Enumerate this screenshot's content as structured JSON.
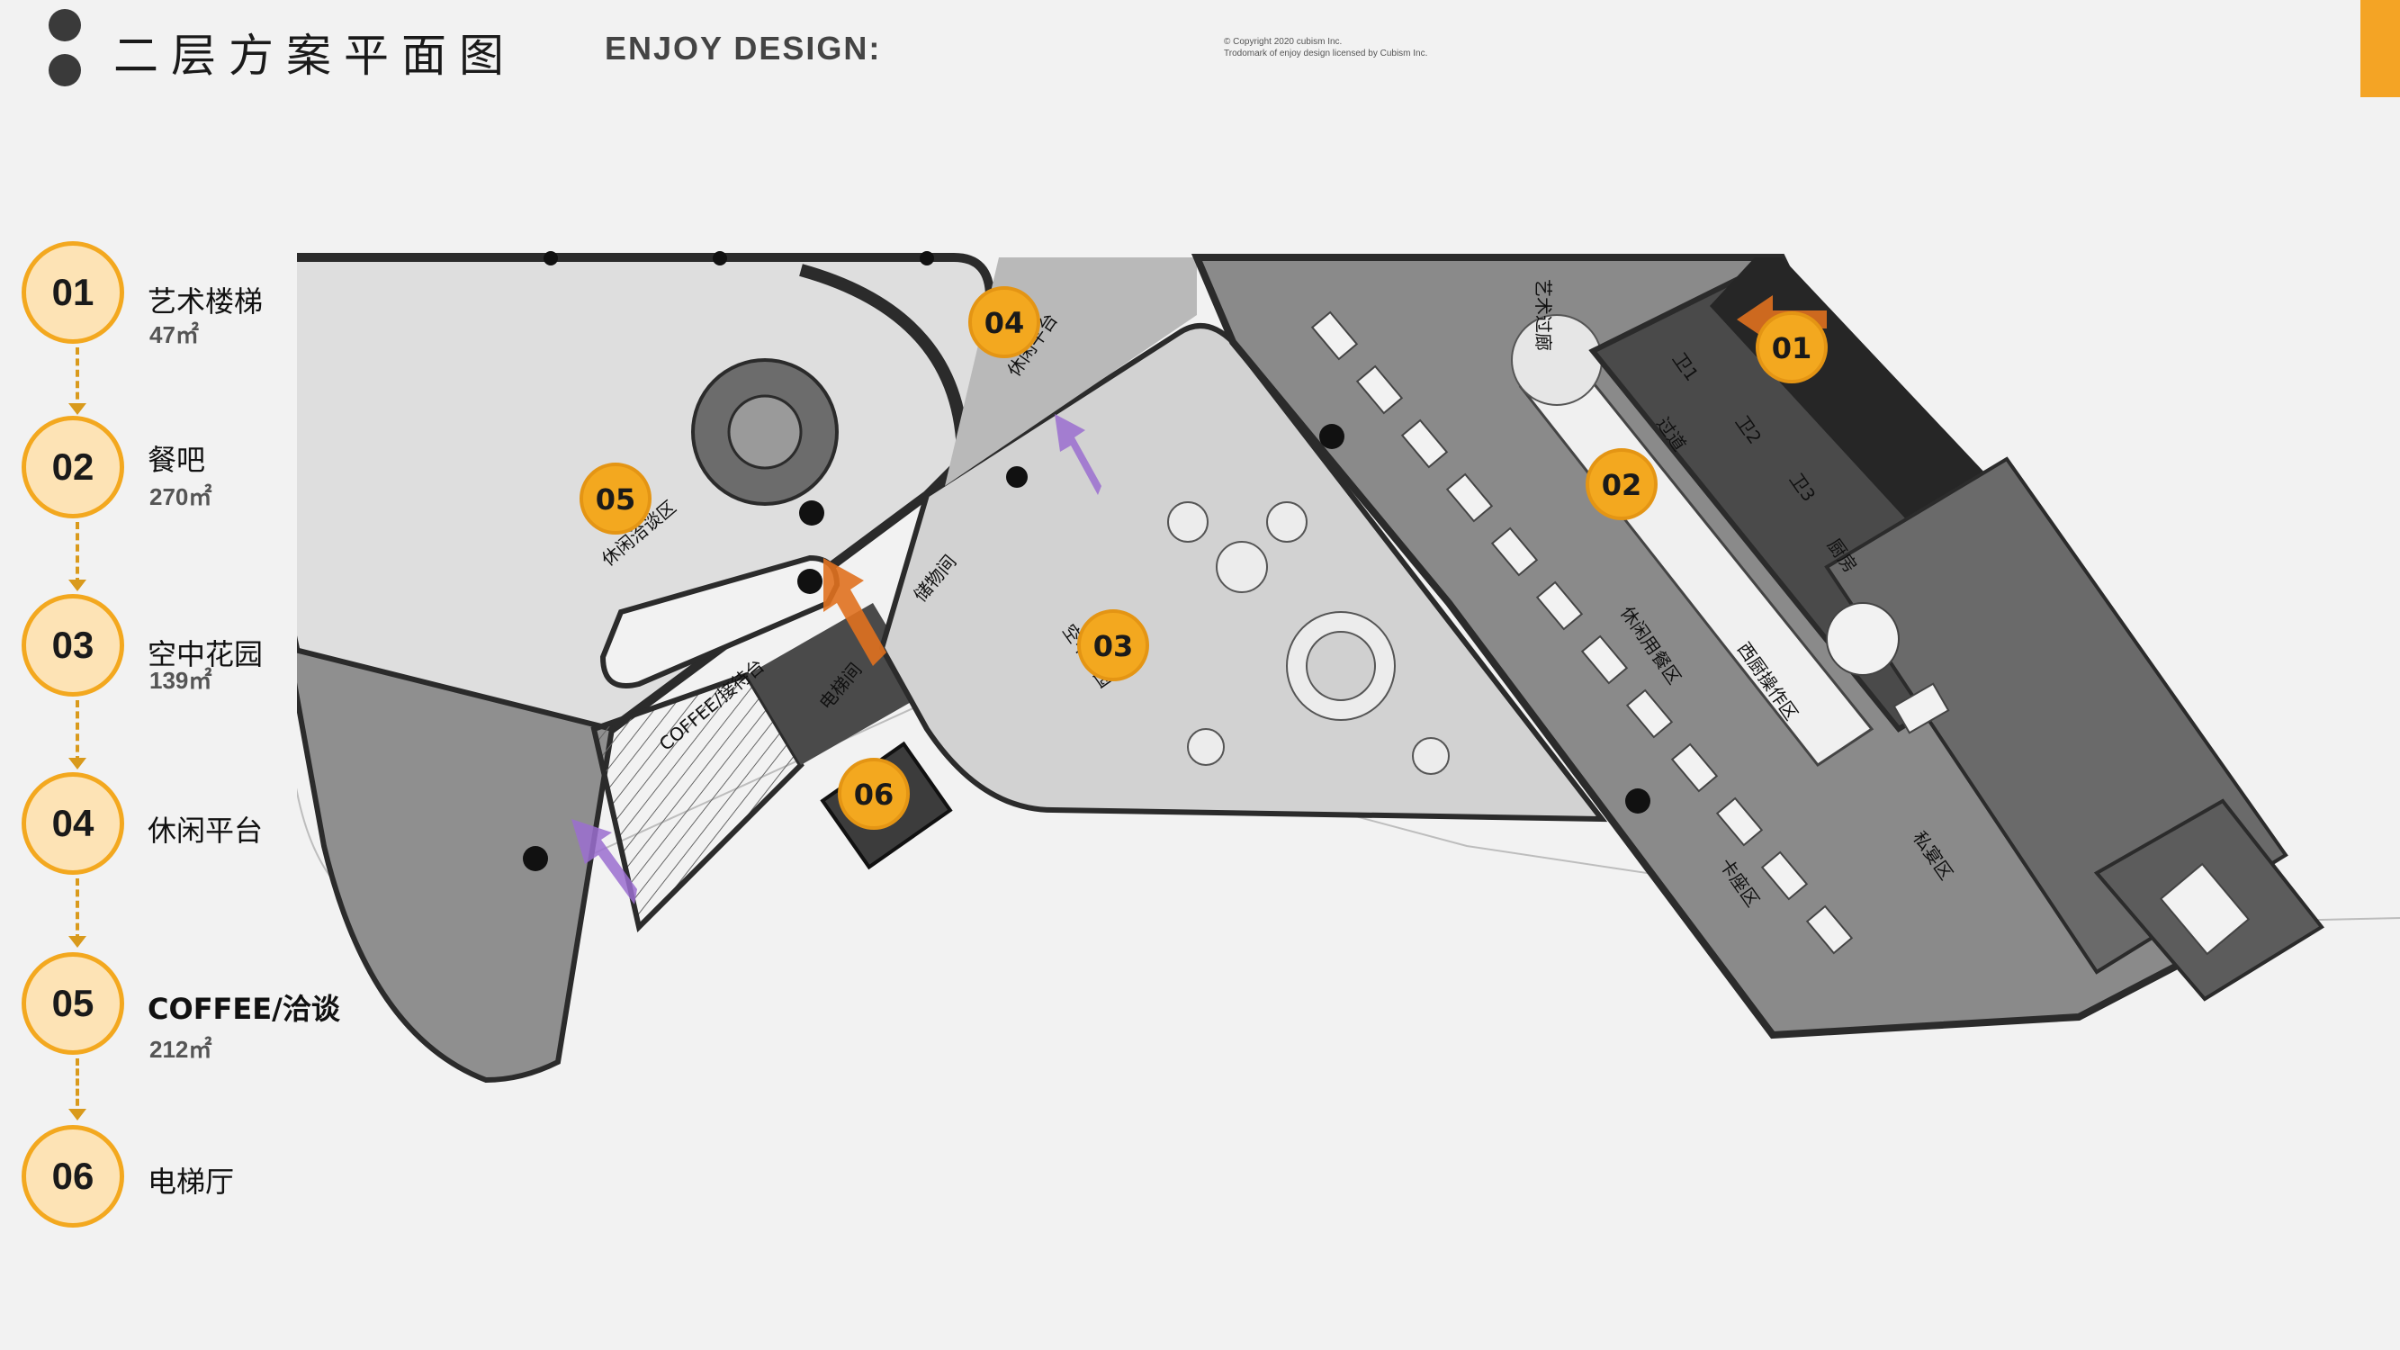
{
  "header": {
    "title": "二层方案平面图",
    "brand": "ENJOY DESIGN:",
    "copyright_line1": "©   Copyright 2020 cubism Inc.",
    "copyright_line2": "Trodomark of enjoy design licensed by Cubism Inc."
  },
  "legend": [
    {
      "num": "01",
      "name": "艺术楼梯",
      "area": "47㎡"
    },
    {
      "num": "02",
      "name": "餐吧",
      "area": "270㎡"
    },
    {
      "num": "03",
      "name": "空中花园",
      "area": "139㎡"
    },
    {
      "num": "04",
      "name": "休闲平台",
      "area": ""
    },
    {
      "num": "05",
      "name": "COFFEE/洽谈",
      "area": "212㎡"
    },
    {
      "num": "06",
      "name": "电梯厅",
      "area": ""
    }
  ],
  "plan": {
    "markers": [
      "01",
      "02",
      "03",
      "04",
      "05",
      "06"
    ],
    "room_labels": {
      "art_corridor": "艺术过廊",
      "leisure_platform": "休闲平台",
      "leisure_talk": "休闲洽谈区",
      "coffee_reception": "COFFEE/接待台",
      "storage": "储物间",
      "elevator": "电梯间",
      "sky_garden": "空中花园",
      "leisure_dining": "休闲用餐区",
      "western_kitchen": "西厨操作区",
      "kitchen": "厨房",
      "private_room": "私宴区",
      "booth": "卡座区",
      "wc1": "卫1",
      "wc2": "卫2",
      "wc3": "卫3",
      "passage": "过道"
    }
  },
  "colors": {
    "accent": "#f3a81f",
    "badge_fill": "#fde3b5",
    "arrow_orange": "#e0711f",
    "arrow_purple": "#9b6fd0",
    "wall": "#2b2b2b",
    "floor_mid": "#8a8a8a",
    "floor_light": "#d9d9d9",
    "floor_dark": "#4a4a4a"
  },
  "icons": [
    "dot-icon",
    "arrow-down-icon",
    "direction-arrow-icon"
  ]
}
